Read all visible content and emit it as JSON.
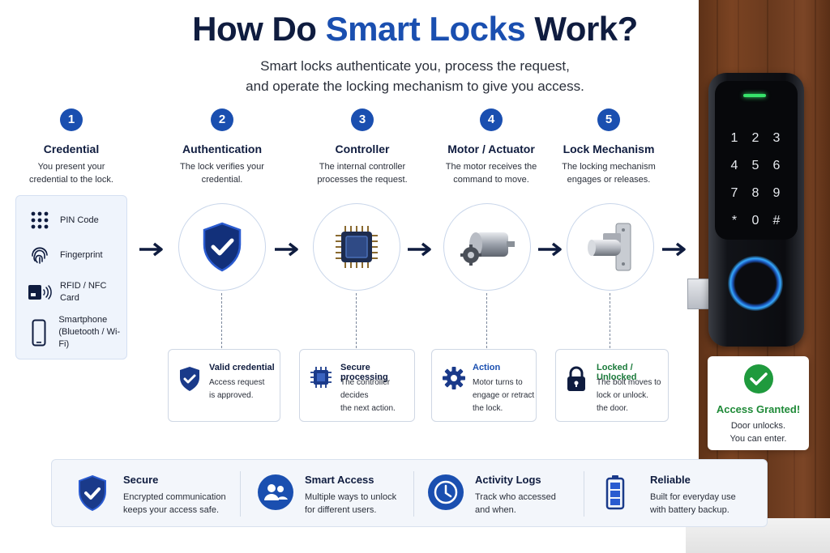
{
  "header": {
    "title_part1": "How Do ",
    "title_accent": "Smart Locks",
    "title_part2": " Work?",
    "subtitle_line1": "Smart locks authenticate you, process the request,",
    "subtitle_line2": "and operate the locking mechanism to give you access."
  },
  "steps": [
    {
      "number": "1",
      "title": "Credential",
      "desc_line1": "You present your",
      "desc_line2": "credential to the lock."
    },
    {
      "number": "2",
      "title": "Authentication",
      "desc_line1": "The lock verifies your",
      "desc_line2": "credential."
    },
    {
      "number": "3",
      "title": "Controller",
      "desc_line1": "The internal controller",
      "desc_line2": "processes the request."
    },
    {
      "number": "4",
      "title": "Motor / Actuator",
      "desc_line1": "The motor receives the",
      "desc_line2": "command to move."
    },
    {
      "number": "5",
      "title": "Lock Mechanism",
      "desc_line1": "The locking mechanism",
      "desc_line2": "engages or releases."
    }
  ],
  "credentials": [
    {
      "icon": "keypad-icon",
      "label": "PIN Code"
    },
    {
      "icon": "fingerprint-icon",
      "label": "Fingerprint"
    },
    {
      "icon": "rfid-card-icon",
      "label": "RFID / NFC Card"
    },
    {
      "icon": "smartphone-icon",
      "label_line1": "Smartphone",
      "label_line2": "(Bluetooth / Wi-Fi)"
    }
  ],
  "cards": [
    {
      "icon": "shield-check-icon",
      "title": "Valid credential",
      "desc_line1": "Access request",
      "desc_line2": "is approved."
    },
    {
      "icon": "chip-icon",
      "title": "Secure processing",
      "desc_line1": "The controller decides",
      "desc_line2": "the next action."
    },
    {
      "icon": "gear-icon",
      "title": "Action",
      "desc_line1": "Motor turns to",
      "desc_line2": "engage or retract",
      "desc_line3": "the lock."
    },
    {
      "icon": "padlock-icon",
      "title": "Locked / Unlocked",
      "desc_line1": "The bolt moves to",
      "desc_line2": "lock or unlock.",
      "desc_line3": "the door."
    }
  ],
  "features": [
    {
      "icon": "shield-check-icon",
      "title": "Secure",
      "desc_line1": "Encrypted communication",
      "desc_line2": "keeps your access safe."
    },
    {
      "icon": "users-icon",
      "title": "Smart Access",
      "desc_line1": "Multiple ways to unlock",
      "desc_line2": "for different users."
    },
    {
      "icon": "clock-icon",
      "title": "Activity Logs",
      "desc_line1": "Track who accessed",
      "desc_line2": "and when."
    },
    {
      "icon": "battery-icon",
      "title": "Reliable",
      "desc_line1": "Built for everyday use",
      "desc_line2": "with battery backup."
    }
  ],
  "keypad": [
    "1",
    "2",
    "3",
    "4",
    "5",
    "6",
    "7",
    "8",
    "9",
    "*",
    "0",
    "#"
  ],
  "granted": {
    "title": "Access Granted!",
    "desc_line1": "Door unlocks.",
    "desc_line2": "You can enter."
  },
  "colors": {
    "primary_blue": "#1a4fb0",
    "navy": "#0f1c3f",
    "success_green": "#1f9a3d"
  }
}
